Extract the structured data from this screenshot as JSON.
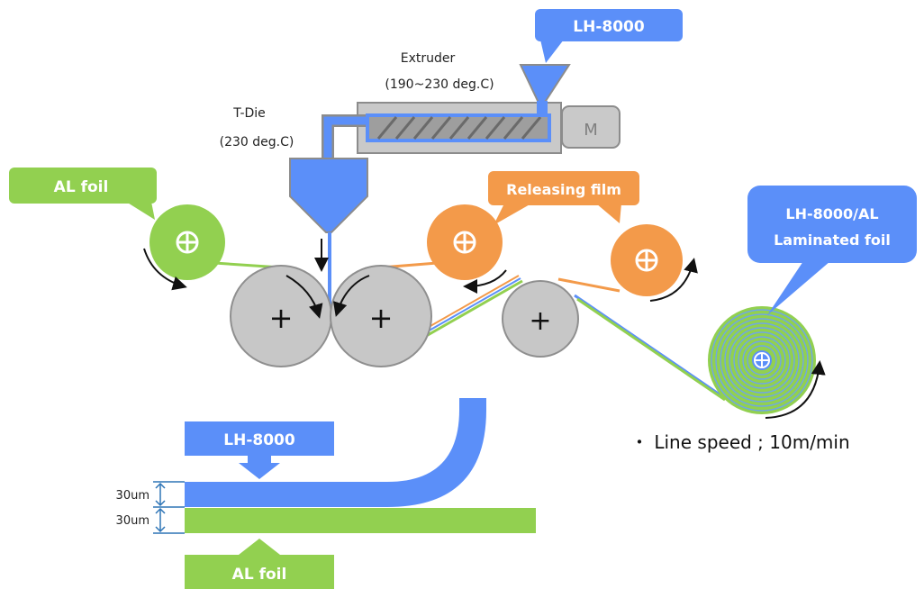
{
  "callouts": {
    "lh8000_top": "LH-8000",
    "al_foil": "AL foil",
    "releasing_film": "Releasing film",
    "laminated_line1": "LH-8000/AL",
    "laminated_line2": "Laminated foil"
  },
  "extruder": {
    "title": "Extruder",
    "temp": "(190~230 deg.C)",
    "motor": "M"
  },
  "tdie": {
    "title": "T-Die",
    "temp": "(230 deg.C)"
  },
  "rolls": {
    "cross": "+"
  },
  "notes": {
    "line_speed": "・ Line speed ; 10m/min"
  },
  "cross_section": {
    "lh8000_label": "LH-8000",
    "al_label": "AL foil",
    "lh8000_thickness": "30um",
    "al_thickness": "30um"
  },
  "colors": {
    "blue": "#5b8ff9",
    "green": "#92d050",
    "orange": "#f39a4a",
    "gray": "#bfbfbf"
  }
}
